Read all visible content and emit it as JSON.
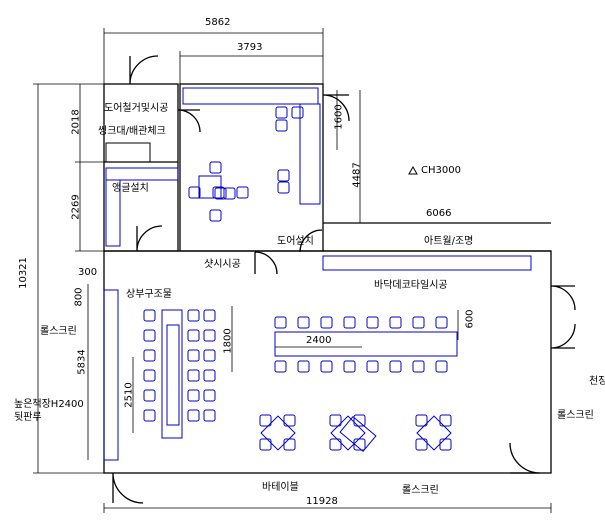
{
  "dimensions": {
    "top_total": "5862",
    "top_inner": "3793",
    "left_total": "10321",
    "left_upper": "2018",
    "left_mid": "2269",
    "left_small": "300",
    "left_800": "800",
    "left_5834": "5834",
    "right_1600": "1600",
    "right_4487": "4487",
    "mid_6066": "6066",
    "table_2400": "2400",
    "table_600": "600",
    "seat_1800": "1800",
    "seat_2510": "2510",
    "bottom_total": "11928"
  },
  "labels": {
    "door_steel": "도어철거및시공",
    "sink": "씽크대/배관체크",
    "angle": "앵글설치",
    "door_install": "도어설치",
    "ceiling": "CH3000",
    "art_wall": "아트월/조명",
    "sash": "샷시시공",
    "floor_tile": "바닥데코타일시공",
    "top_structure": "상부구조물",
    "roll_left": "롤스크린",
    "bookshelf": "높은책장H2400",
    "partition": "뒷판루",
    "roll_right": "롤스크린",
    "roll_bottom": "롤스크린",
    "bar_table": "바테이블",
    "right_edge": "천장"
  },
  "colors": {
    "wall": "#000000",
    "furniture": "#0000cc"
  }
}
